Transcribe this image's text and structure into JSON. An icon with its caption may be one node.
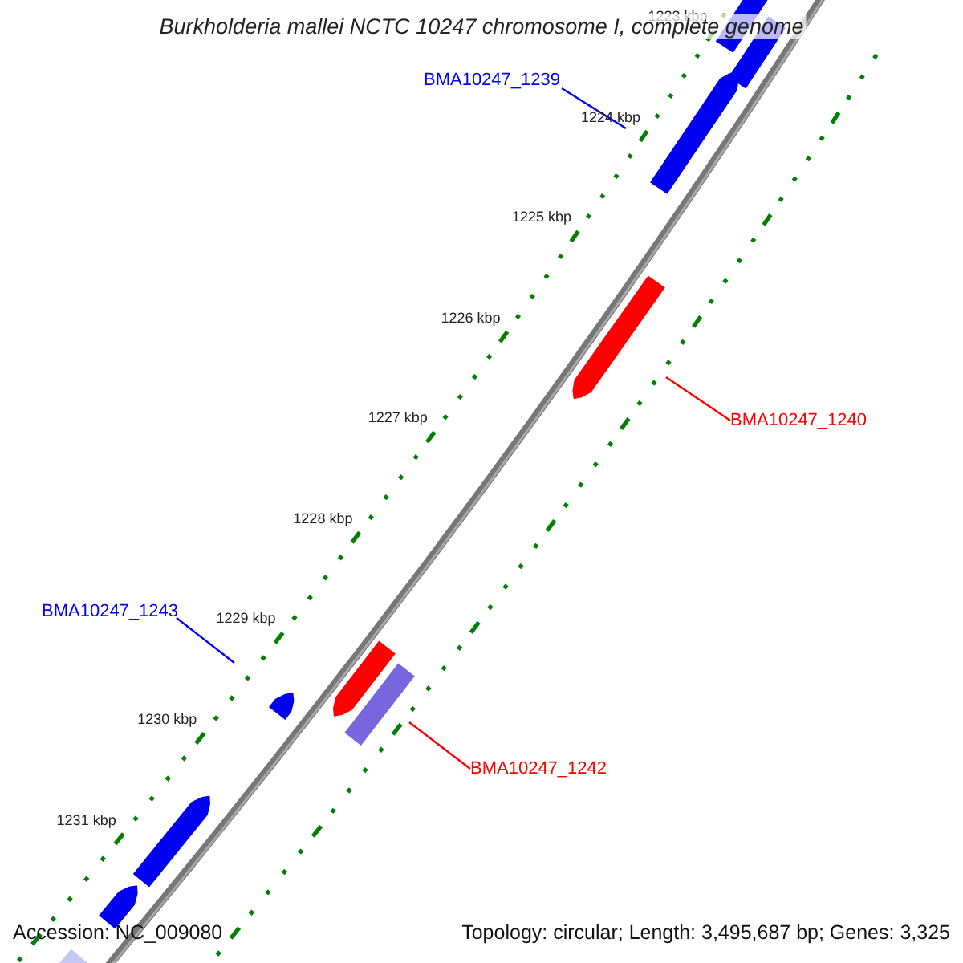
{
  "diagram": {
    "title": "Burkholderia mallei NCTC 10247 chromosome I, complete genome",
    "nodes": [
      {
        "text": [],
        "shape": "bar"
      },
      {
        "text": [],
        "shape": "bar"
      },
      {
        "text": [
          "BMA10247_1239"
        ]
      },
      {
        "text": [],
        "shape": "bar"
      },
      {
        "text": [],
        "shape": "bar"
      },
      {
        "text": [
          "BMA10247_1240"
        ]
      },
      {
        "text": [
          "BMA10247_1243"
        ]
      },
      {
        "text": [],
        "shape": "bar"
      },
      {
        "text": [],
        "shape": "bar"
      },
      {
        "text": [],
        "shape": "bar"
      },
      {
        "text": [
          "BMA10247_1242"
        ]
      },
      {
        "text": [],
        "shape": "bar"
      },
      {
        "text": [],
        "shape": "bar"
      },
      {
        "text": [],
        "shape": "bar"
      }
    ],
    "edges": [
      {
        "from": 2,
        "to": 3,
        "arrow": "none",
        "color": "#0000ff"
      },
      {
        "from": 5,
        "to": 4,
        "arrow": "none",
        "color": "#ff0000"
      },
      {
        "from": 6,
        "to": 9,
        "arrow": "none",
        "color": "#0000ff"
      },
      {
        "from": 10,
        "to": 8,
        "arrow": "none",
        "color": "#ff0000"
      }
    ],
    "labels": [
      "1223 kbp",
      "1224 kbp",
      "1225 kbp",
      "1226 kbp",
      "1227 kbp",
      "1228 kbp",
      "1229 kbp",
      "1230 kbp",
      "1231 kbp",
      "Accession: NC_009080",
      "Topology: circular; Length: 3,495,687 bp; Genes: 3,325"
    ]
  }
}
